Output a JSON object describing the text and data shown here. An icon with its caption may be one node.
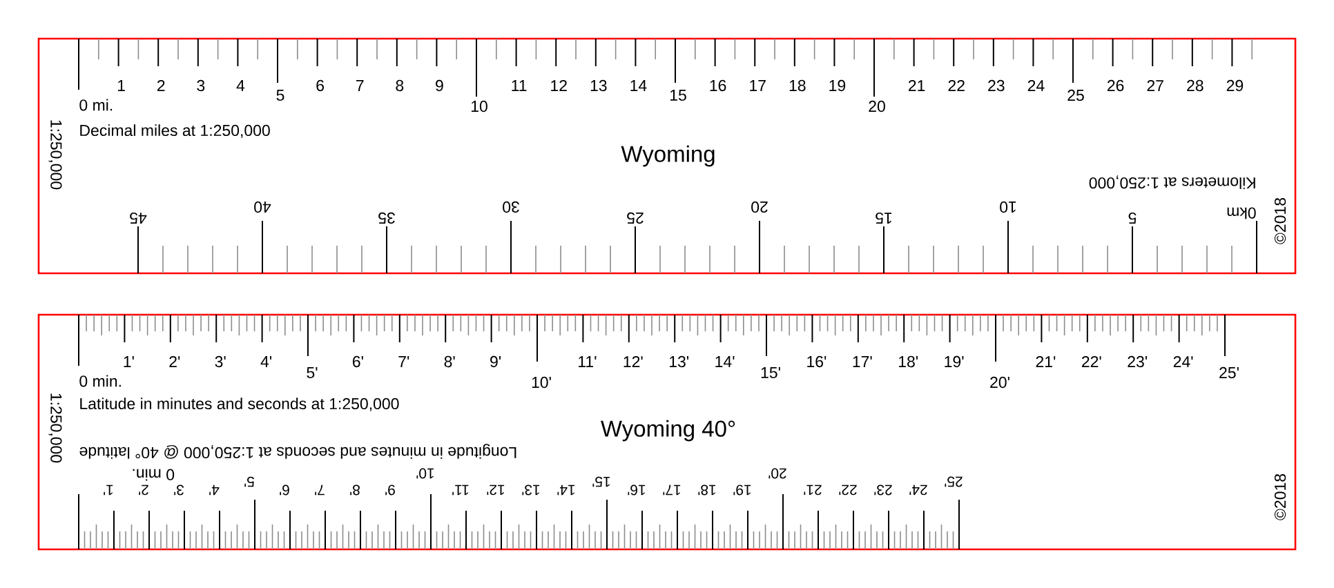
{
  "diagram": {
    "labels": [
      "1:250,000",
      "0 mi.",
      "1",
      "2",
      "3",
      "4",
      "5",
      "6",
      "7",
      "8",
      "9",
      "10",
      "11",
      "12",
      "13",
      "14",
      "15",
      "16",
      "17",
      "18",
      "19",
      "20",
      "21",
      "22",
      "23",
      "24",
      "25",
      "26",
      "27",
      "28",
      "29",
      "Decimal miles at 1:250,000",
      "Wyoming",
      "Kilometers at 1:250,000",
      "45",
      "40",
      "35",
      "30",
      "25",
      "20",
      "15",
      "10",
      "5",
      "0km",
      "©2018",
      "1:250,000",
      "0 min.",
      "1'",
      "2'",
      "3'",
      "4'",
      "5'",
      "6'",
      "7'",
      "8'",
      "9'",
      "10'",
      "11'",
      "12'",
      "13'",
      "14'",
      "15'",
      "16'",
      "17'",
      "18'",
      "19'",
      "20'",
      "21'",
      "22'",
      "23'",
      "24'",
      "25'",
      "Latitude in minutes and seconds at 1:250,000",
      "Wyoming 40°",
      "Longitude in minutes and seconds at 1:250,000 @ 40° latitude",
      "0 min.",
      "1'",
      "2'",
      "3'",
      "4'",
      "5'",
      "6'",
      "7'",
      "8'",
      "9'",
      "10'",
      "11'",
      "12'",
      "13'",
      "14'",
      "15'",
      "16'",
      "17'",
      "18'",
      "19'",
      "20'",
      "21'",
      "22'",
      "23'",
      "24'",
      "25'",
      "©2018"
    ]
  }
}
